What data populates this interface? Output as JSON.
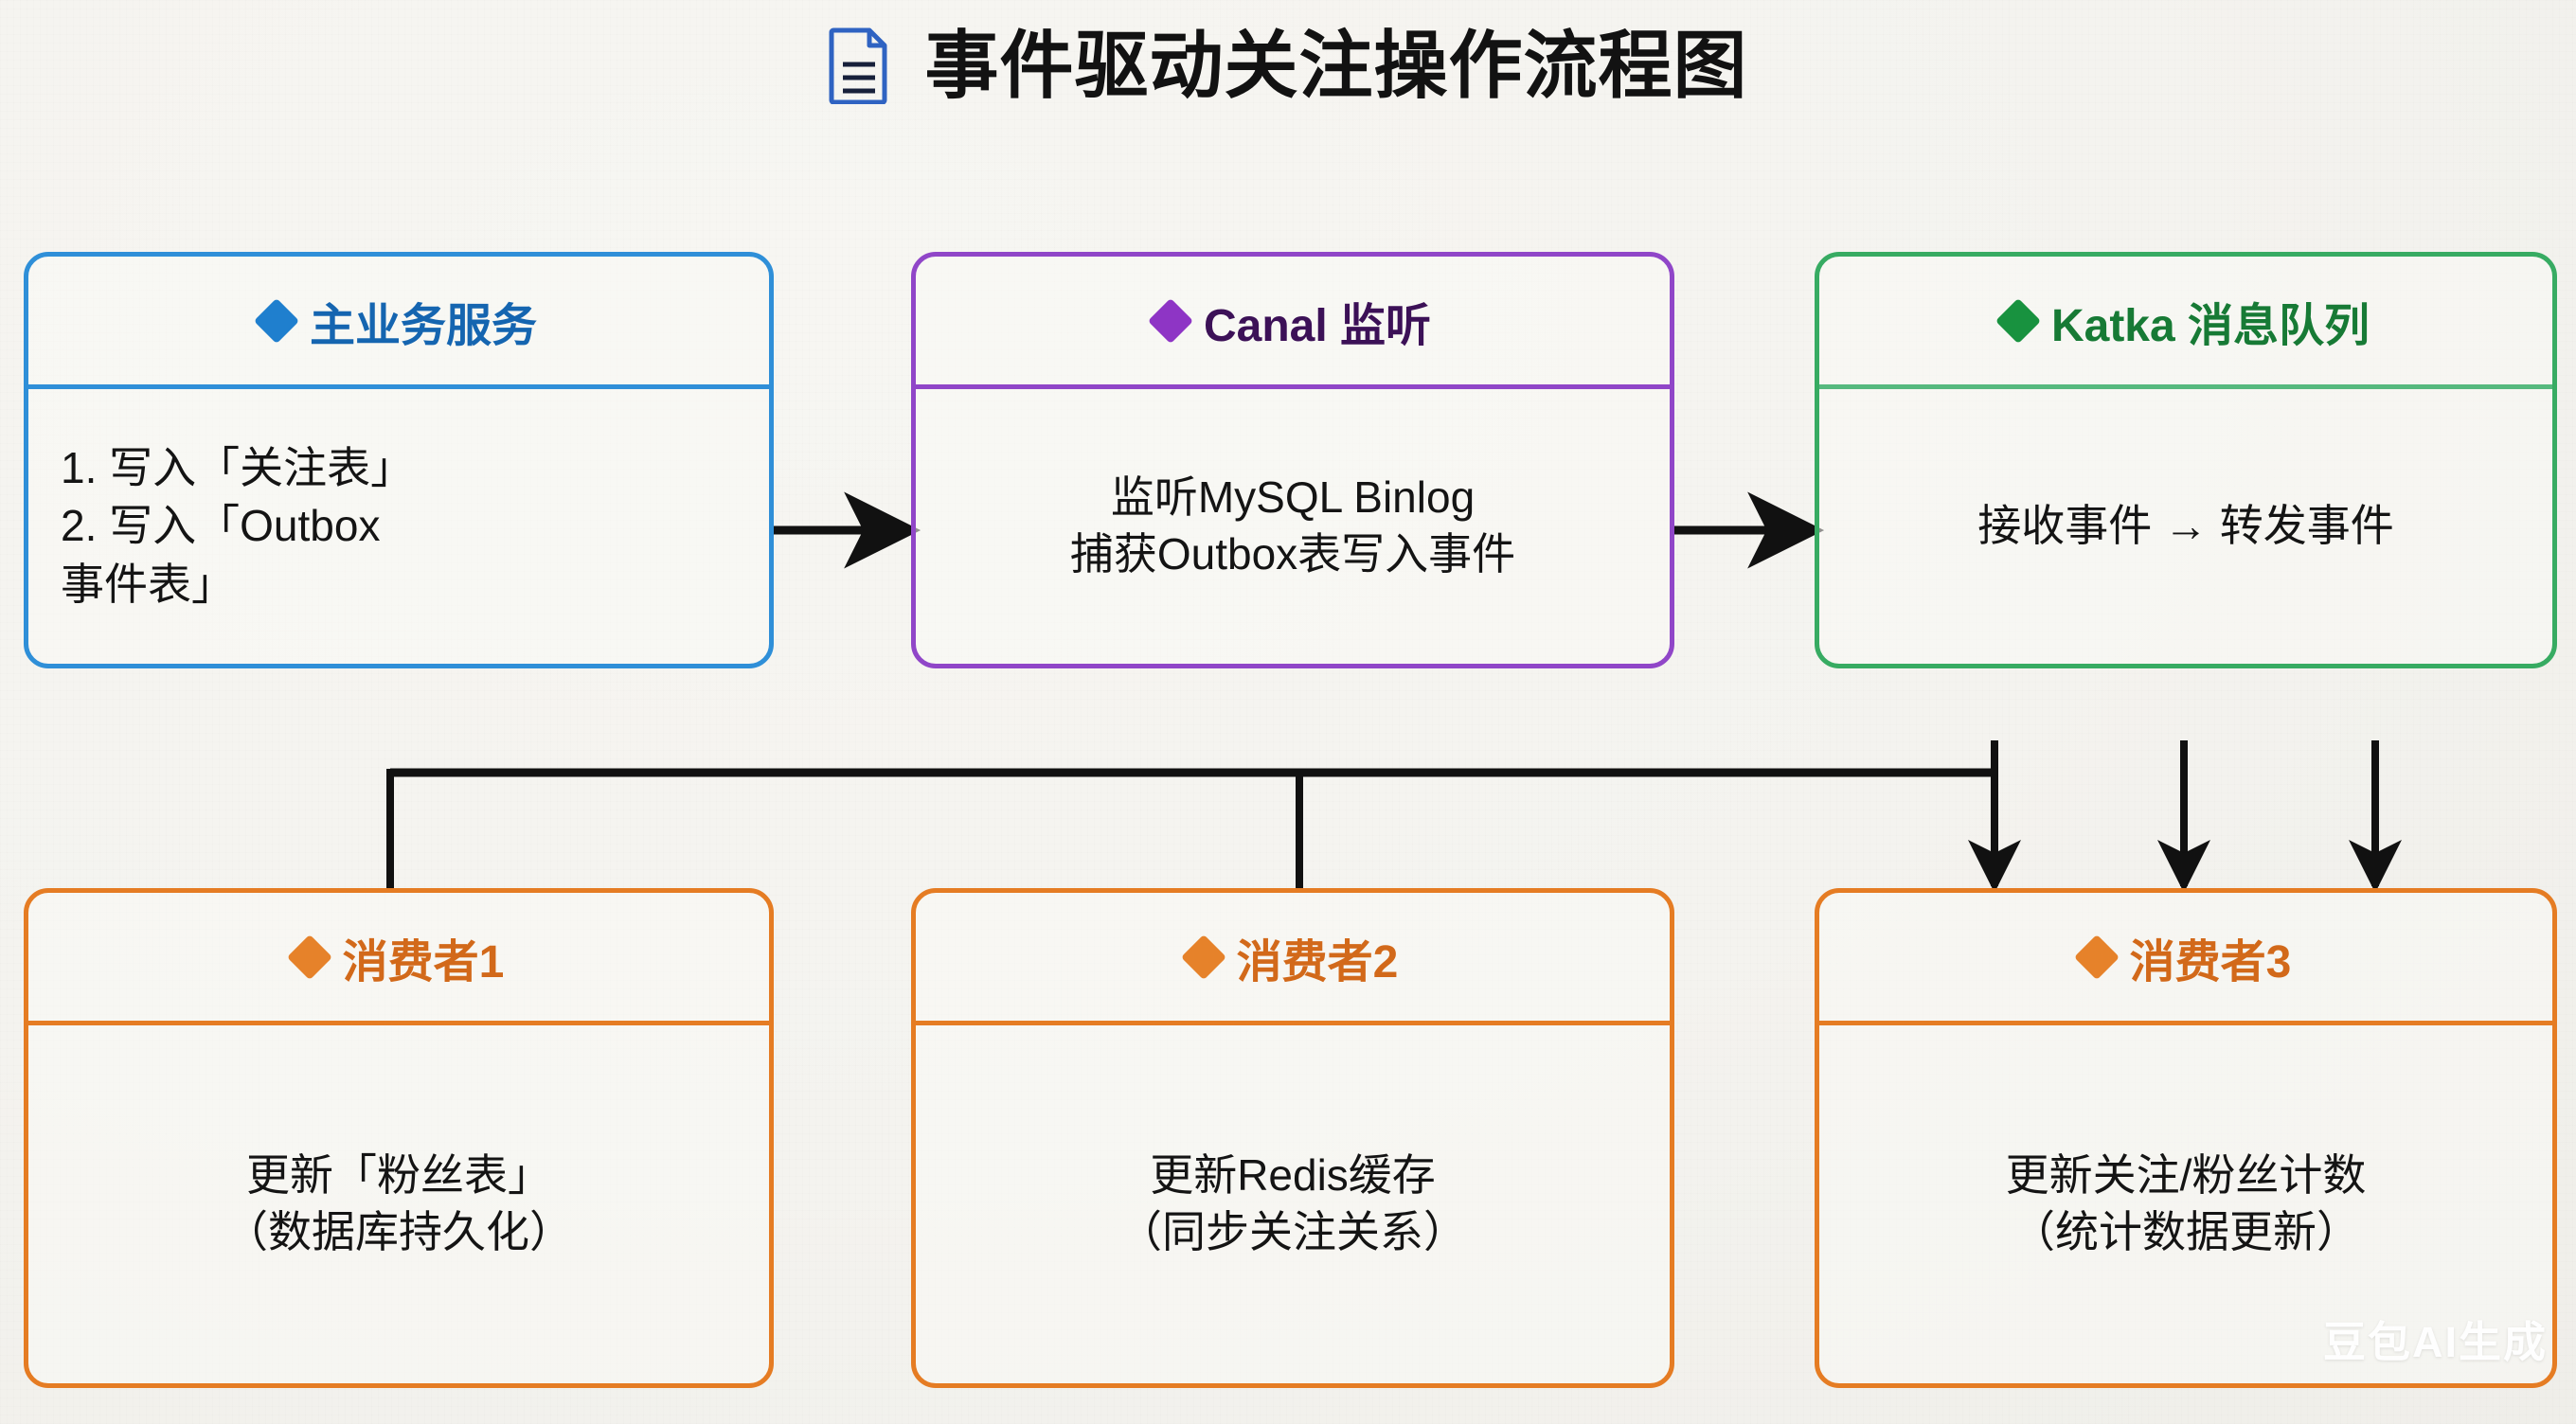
{
  "title": {
    "icon": "document-icon",
    "text": "事件驱动关注操作流程图"
  },
  "nodes": [
    {
      "id": "main-service",
      "color": "#2f8fd8",
      "header": "主业务服务",
      "body": "1. 写入「关注表」\n2. 写入「Outbox\n事件表」"
    },
    {
      "id": "canal-listener",
      "color": "#9046c8",
      "header": "Canal 监听",
      "body": "监听MySQL Binlog\n捕获Outbox表写入事件"
    },
    {
      "id": "kafka-queue",
      "color": "#37ab62",
      "header": "Katka 消息队列",
      "body": "接收事件 → 转发事件"
    },
    {
      "id": "consumer-1",
      "color": "#e57c23",
      "header": "消费者1",
      "body": "更新「粉丝表」\n（数据库持久化）"
    },
    {
      "id": "consumer-2",
      "color": "#e57c23",
      "header": "消费者2",
      "body": "更新Redis缓存\n（同步关注关系）"
    },
    {
      "id": "consumer-3",
      "color": "#e57c23",
      "header": "消费者3",
      "body": "更新关注/粉丝计数\n（统计数据更新）"
    }
  ],
  "watermark": "豆包AI生成",
  "colors": {
    "blue": "#2f8fd8",
    "purple": "#9046c8",
    "green": "#37ab62",
    "orange": "#e57c23",
    "connector": "#111111",
    "background": "#f3f2ee"
  }
}
